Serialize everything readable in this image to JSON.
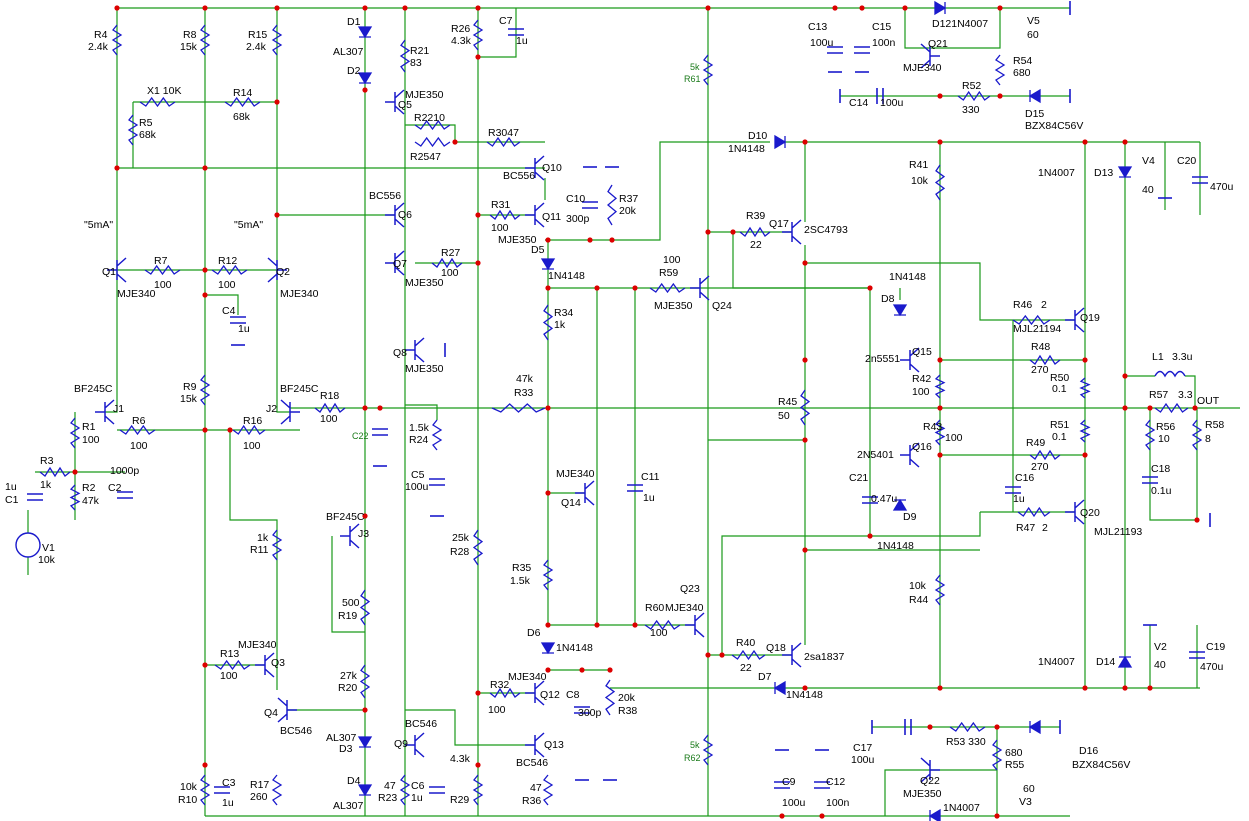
{
  "colors": {
    "wire": "#1a9a1a",
    "component": "#1a1acc",
    "node": "#dd0000",
    "text": "#000000",
    "green_text": "#1a7a1a"
  },
  "labels": [
    {
      "id": "R4",
      "t": "R4"
    },
    {
      "id": "R4v",
      "t": "2.4k"
    },
    {
      "id": "R8",
      "t": "R8"
    },
    {
      "id": "R8v",
      "t": "15k"
    },
    {
      "id": "R15",
      "t": "R15"
    },
    {
      "id": "R15v",
      "t": "2.4k"
    },
    {
      "id": "X1",
      "t": "X1 10K"
    },
    {
      "id": "R14",
      "t": "R14"
    },
    {
      "id": "R14v",
      "t": "68k"
    },
    {
      "id": "R5",
      "t": "R5"
    },
    {
      "id": "R5v",
      "t": "68k"
    },
    {
      "id": "ma1",
      "t": "\"5mA\""
    },
    {
      "id": "ma2",
      "t": "\"5mA\""
    },
    {
      "id": "Q1",
      "t": "Q1"
    },
    {
      "id": "Q1m",
      "t": "MJE340"
    },
    {
      "id": "R7",
      "t": "R7"
    },
    {
      "id": "R7v",
      "t": "100"
    },
    {
      "id": "R12",
      "t": "R12"
    },
    {
      "id": "R12v",
      "t": "100"
    },
    {
      "id": "Q2",
      "t": "Q2"
    },
    {
      "id": "Q2m",
      "t": "MJE340"
    },
    {
      "id": "C4",
      "t": "C4"
    },
    {
      "id": "C4v",
      "t": "1u"
    },
    {
      "id": "R9",
      "t": "R9"
    },
    {
      "id": "R9v",
      "t": "15k"
    },
    {
      "id": "J1m",
      "t": "BF245C"
    },
    {
      "id": "J1",
      "t": "J1"
    },
    {
      "id": "J2m",
      "t": "BF245C"
    },
    {
      "id": "J2",
      "t": "J2"
    },
    {
      "id": "R1",
      "t": "R1"
    },
    {
      "id": "R1v",
      "t": "100"
    },
    {
      "id": "R6",
      "t": "R6"
    },
    {
      "id": "R6v",
      "t": "100"
    },
    {
      "id": "R16",
      "t": "R16"
    },
    {
      "id": "R16v",
      "t": "100"
    },
    {
      "id": "R18",
      "t": "R18"
    },
    {
      "id": "R18v",
      "t": "100"
    },
    {
      "id": "C22",
      "t": "C22"
    },
    {
      "id": "R3",
      "t": "R3"
    },
    {
      "id": "R3v",
      "t": "1k"
    },
    {
      "id": "C1v",
      "t": "1u"
    },
    {
      "id": "C1",
      "t": "C1"
    },
    {
      "id": "C2v",
      "t": "1000p"
    },
    {
      "id": "C2",
      "t": "C2"
    },
    {
      "id": "R2",
      "t": "R2"
    },
    {
      "id": "R2v",
      "t": "47k"
    },
    {
      "id": "V1",
      "t": "V1"
    },
    {
      "id": "V1v",
      "t": "10k"
    },
    {
      "id": "R11v",
      "t": "1k"
    },
    {
      "id": "R11",
      "t": "R11"
    },
    {
      "id": "R13",
      "t": "R13"
    },
    {
      "id": "R13v",
      "t": "100"
    },
    {
      "id": "Q3m",
      "t": "MJE340"
    },
    {
      "id": "Q3",
      "t": "Q3"
    },
    {
      "id": "Q4",
      "t": "Q4"
    },
    {
      "id": "Q4m",
      "t": "BC546"
    },
    {
      "id": "R10v",
      "t": "10k"
    },
    {
      "id": "R10",
      "t": "R10"
    },
    {
      "id": "C3",
      "t": "C3"
    },
    {
      "id": "C3v",
      "t": "1u"
    },
    {
      "id": "R17",
      "t": "R17"
    },
    {
      "id": "R17v",
      "t": "260"
    },
    {
      "id": "D1",
      "t": "D1"
    },
    {
      "id": "D1m",
      "t": "AL307"
    },
    {
      "id": "D2",
      "t": "D2"
    },
    {
      "id": "R21",
      "t": "R21"
    },
    {
      "id": "R21v",
      "t": "83"
    },
    {
      "id": "Q5m",
      "t": "MJE350"
    },
    {
      "id": "Q5",
      "t": "Q5"
    },
    {
      "id": "R22",
      "t": "R2210"
    },
    {
      "id": "R25",
      "t": "R2547"
    },
    {
      "id": "Q6m",
      "t": "BC556"
    },
    {
      "id": "Q6",
      "t": "Q6"
    },
    {
      "id": "Q7",
      "t": "Q7"
    },
    {
      "id": "Q7m",
      "t": "MJE350"
    },
    {
      "id": "R27",
      "t": "R27"
    },
    {
      "id": "R27v",
      "t": "100"
    },
    {
      "id": "Q8",
      "t": "Q8"
    },
    {
      "id": "Q8m",
      "t": "MJE350"
    },
    {
      "id": "J3m",
      "t": "BF245C"
    },
    {
      "id": "J3",
      "t": "J3"
    },
    {
      "id": "R19v",
      "t": "500"
    },
    {
      "id": "R19",
      "t": "R19"
    },
    {
      "id": "R20v",
      "t": "27k"
    },
    {
      "id": "R20",
      "t": "R20"
    },
    {
      "id": "D3m",
      "t": "AL307"
    },
    {
      "id": "D3",
      "t": "D3"
    },
    {
      "id": "D4",
      "t": "D4"
    },
    {
      "id": "D4m",
      "t": "AL307"
    },
    {
      "id": "R23v",
      "t": "47"
    },
    {
      "id": "R23",
      "t": "R23"
    },
    {
      "id": "Q9m",
      "t": "BC546"
    },
    {
      "id": "Q9",
      "t": "Q9"
    },
    {
      "id": "C6",
      "t": "C6"
    },
    {
      "id": "C6v",
      "t": "1u"
    },
    {
      "id": "R26",
      "t": "R26"
    },
    {
      "id": "R26v",
      "t": "4.3k"
    },
    {
      "id": "C7",
      "t": "C7"
    },
    {
      "id": "C7v",
      "t": "1u"
    },
    {
      "id": "R30",
      "t": "R3047"
    },
    {
      "id": "Q10m",
      "t": "BC556"
    },
    {
      "id": "Q10",
      "t": "Q10"
    },
    {
      "id": "R31",
      "t": "R31"
    },
    {
      "id": "R31v",
      "t": "100"
    },
    {
      "id": "Q11",
      "t": "Q11"
    },
    {
      "id": "Q11m",
      "t": "MJE350"
    },
    {
      "id": "D5",
      "t": "D5"
    },
    {
      "id": "D5m",
      "t": "1N4148"
    },
    {
      "id": "C10",
      "t": "C10"
    },
    {
      "id": "C10v",
      "t": "300p"
    },
    {
      "id": "R37",
      "t": "R37"
    },
    {
      "id": "R37v",
      "t": "20k"
    },
    {
      "id": "R24v",
      "t": "1.5k"
    },
    {
      "id": "R24",
      "t": "R24"
    },
    {
      "id": "C5",
      "t": "C5"
    },
    {
      "id": "C5v",
      "t": "100u"
    },
    {
      "id": "R33v",
      "t": "47k"
    },
    {
      "id": "R33",
      "t": "R33"
    },
    {
      "id": "R34",
      "t": "R34"
    },
    {
      "id": "R34v",
      "t": "1k"
    },
    {
      "id": "R28v",
      "t": "25k"
    },
    {
      "id": "R28",
      "t": "R28"
    },
    {
      "id": "Q14m",
      "t": "MJE340"
    },
    {
      "id": "Q14",
      "t": "Q14"
    },
    {
      "id": "C11",
      "t": "C11"
    },
    {
      "id": "C11v",
      "t": "1u"
    },
    {
      "id": "R35",
      "t": "R35"
    },
    {
      "id": "R35v",
      "t": "1.5k"
    },
    {
      "id": "D6",
      "t": "D6"
    },
    {
      "id": "D6m",
      "t": "1N4148"
    },
    {
      "id": "Q12m",
      "t": "MJE340"
    },
    {
      "id": "R32",
      "t": "R32"
    },
    {
      "id": "R32v",
      "t": "100"
    },
    {
      "id": "Q12",
      "t": "Q12"
    },
    {
      "id": "C8",
      "t": "C8"
    },
    {
      "id": "C8v",
      "t": "300p"
    },
    {
      "id": "R38v",
      "t": "20k"
    },
    {
      "id": "R38",
      "t": "R38"
    },
    {
      "id": "Q13",
      "t": "Q13"
    },
    {
      "id": "Q13m",
      "t": "BC546"
    },
    {
      "id": "R36v",
      "t": "47"
    },
    {
      "id": "R36",
      "t": "R36"
    },
    {
      "id": "R29v",
      "t": "4.3k"
    },
    {
      "id": "R29",
      "t": "R29"
    },
    {
      "id": "R59v",
      "t": "100"
    },
    {
      "id": "R59",
      "t": "R59"
    },
    {
      "id": "Q24m",
      "t": "MJE350"
    },
    {
      "id": "Q24",
      "t": "Q24"
    },
    {
      "id": "R61v",
      "t": "5k"
    },
    {
      "id": "R61",
      "t": "R61"
    },
    {
      "id": "R62v",
      "t": "5k"
    },
    {
      "id": "R62",
      "t": "R62"
    },
    {
      "id": "Q23",
      "t": "Q23"
    },
    {
      "id": "Q23m",
      "t": "MJE340"
    },
    {
      "id": "R60",
      "t": "R60"
    },
    {
      "id": "R60v",
      "t": "100"
    },
    {
      "id": "D10",
      "t": "D10"
    },
    {
      "id": "D10m",
      "t": "1N4148"
    },
    {
      "id": "R39",
      "t": "R39"
    },
    {
      "id": "R39v",
      "t": "22"
    },
    {
      "id": "Q17",
      "t": "Q17"
    },
    {
      "id": "Q17m",
      "t": "2SC4793"
    },
    {
      "id": "R40",
      "t": "R40"
    },
    {
      "id": "R40v",
      "t": "22"
    },
    {
      "id": "Q18",
      "t": "Q18"
    },
    {
      "id": "Q18m",
      "t": "2sa1837"
    },
    {
      "id": "D7",
      "t": "D7"
    },
    {
      "id": "D7m",
      "t": "1N4148"
    },
    {
      "id": "R45",
      "t": "R45"
    },
    {
      "id": "R45v",
      "t": "50"
    },
    {
      "id": "C13",
      "t": "C13"
    },
    {
      "id": "C13v",
      "t": "100u"
    },
    {
      "id": "C15",
      "t": "C15"
    },
    {
      "id": "C15v",
      "t": "100n"
    },
    {
      "id": "D12",
      "t": "D121N4007"
    },
    {
      "id": "Q21",
      "t": "Q21"
    },
    {
      "id": "Q21m",
      "t": "MJE340"
    },
    {
      "id": "V5",
      "t": "V5"
    },
    {
      "id": "V5v",
      "t": "60"
    },
    {
      "id": "R54",
      "t": "R54"
    },
    {
      "id": "R54v",
      "t": "680"
    },
    {
      "id": "C14",
      "t": "C14"
    },
    {
      "id": "C14v",
      "t": "100u"
    },
    {
      "id": "R52",
      "t": "R52"
    },
    {
      "id": "R52v",
      "t": "330"
    },
    {
      "id": "D15",
      "t": "D15"
    },
    {
      "id": "D15m",
      "t": "BZX84C56V"
    },
    {
      "id": "R41",
      "t": "R41"
    },
    {
      "id": "R41v",
      "t": "10k"
    },
    {
      "id": "D13m",
      "t": "1N4007"
    },
    {
      "id": "D13",
      "t": "D13"
    },
    {
      "id": "V4",
      "t": "V4"
    },
    {
      "id": "V4v",
      "t": "40"
    },
    {
      "id": "C20",
      "t": "C20"
    },
    {
      "id": "C20v",
      "t": "470u"
    },
    {
      "id": "D8m",
      "t": "1N4148"
    },
    {
      "id": "D8",
      "t": "D8"
    },
    {
      "id": "R46",
      "t": "R46"
    },
    {
      "id": "R46v",
      "t": "2"
    },
    {
      "id": "Q19m",
      "t": "MJL21194"
    },
    {
      "id": "Q19",
      "t": "Q19"
    },
    {
      "id": "Q15m",
      "t": "2n5551"
    },
    {
      "id": "Q15",
      "t": "Q15"
    },
    {
      "id": "R48",
      "t": "R48"
    },
    {
      "id": "R48v",
      "t": "270"
    },
    {
      "id": "R42",
      "t": "R42"
    },
    {
      "id": "R42v",
      "t": "100"
    },
    {
      "id": "R50",
      "t": "R50"
    },
    {
      "id": "R50v",
      "t": "0.1"
    },
    {
      "id": "L1",
      "t": "L1"
    },
    {
      "id": "L1v",
      "t": "3.3u"
    },
    {
      "id": "R57",
      "t": "R57"
    },
    {
      "id": "R57v",
      "t": "3.3"
    },
    {
      "id": "OUT",
      "t": "OUT"
    },
    {
      "id": "R43",
      "t": "R43"
    },
    {
      "id": "R43v",
      "t": "100"
    },
    {
      "id": "R51",
      "t": "R51"
    },
    {
      "id": "R51v",
      "t": "0.1"
    },
    {
      "id": "R56",
      "t": "R56"
    },
    {
      "id": "R56v",
      "t": "10"
    },
    {
      "id": "R58",
      "t": "R58"
    },
    {
      "id": "R58v",
      "t": "8"
    },
    {
      "id": "Q16m",
      "t": "2N5401"
    },
    {
      "id": "Q16",
      "t": "Q16"
    },
    {
      "id": "R49",
      "t": "R49"
    },
    {
      "id": "R49v",
      "t": "270"
    },
    {
      "id": "C21",
      "t": "C21"
    },
    {
      "id": "C21v",
      "t": "0.47u"
    },
    {
      "id": "C16",
      "t": "C16"
    },
    {
      "id": "C16v",
      "t": "1u"
    },
    {
      "id": "D9",
      "t": "D9"
    },
    {
      "id": "C18",
      "t": "C18"
    },
    {
      "id": "C18v",
      "t": "0.1u"
    },
    {
      "id": "R47",
      "t": "R47"
    },
    {
      "id": "R47v",
      "t": "2"
    },
    {
      "id": "Q20",
      "t": "Q20"
    },
    {
      "id": "Q20m",
      "t": "MJL21193"
    },
    {
      "id": "D9m",
      "t": "1N4148"
    },
    {
      "id": "R44v",
      "t": "10k"
    },
    {
      "id": "R44",
      "t": "R44"
    },
    {
      "id": "D14m",
      "t": "1N4007"
    },
    {
      "id": "D14",
      "t": "D14"
    },
    {
      "id": "V2",
      "t": "V2"
    },
    {
      "id": "V2v",
      "t": "40"
    },
    {
      "id": "C19",
      "t": "C19"
    },
    {
      "id": "C19v",
      "t": "470u"
    },
    {
      "id": "C9",
      "t": "C9"
    },
    {
      "id": "C9v",
      "t": "100u"
    },
    {
      "id": "C12",
      "t": "C12"
    },
    {
      "id": "C12v",
      "t": "100n"
    },
    {
      "id": "C17",
      "t": "C17"
    },
    {
      "id": "C17v",
      "t": "100u"
    },
    {
      "id": "R53",
      "t": "R53 330"
    },
    {
      "id": "R55v",
      "t": "680"
    },
    {
      "id": "R55",
      "t": "R55"
    },
    {
      "id": "D16",
      "t": "D16"
    },
    {
      "id": "D16m",
      "t": "BZX84C56V"
    },
    {
      "id": "Q22",
      "t": "Q22"
    },
    {
      "id": "Q22m",
      "t": "MJE350"
    },
    {
      "id": "D11m",
      "t": "1N4007"
    },
    {
      "id": "V3v",
      "t": "60"
    },
    {
      "id": "V3",
      "t": "V3"
    }
  ]
}
